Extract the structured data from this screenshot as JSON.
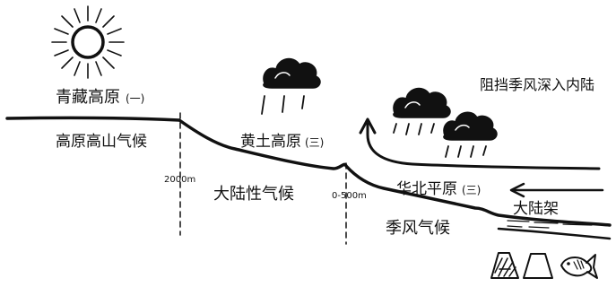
{
  "regions": [
    {
      "name": "青藏高原",
      "num": "(一)",
      "climate": "高原高山气候"
    },
    {
      "name": "黄土高原",
      "num": "(三)",
      "climate": "大陆性气候"
    },
    {
      "name": "华北平原",
      "num": "(三)",
      "climate": "季风气候"
    }
  ],
  "elevations": {
    "high": "2000m",
    "low": "0-500m"
  },
  "annotations": {
    "monsoon": "阻挡季风深入内陆",
    "shelf": "大陆架"
  },
  "icons": [
    "sun-icon",
    "rain-cloud-icon",
    "mountain-trapezoid-icon",
    "plain-trapezoid-icon",
    "fish-icon"
  ],
  "colors": {
    "ink": "#111111",
    "background": "#ffffff"
  }
}
